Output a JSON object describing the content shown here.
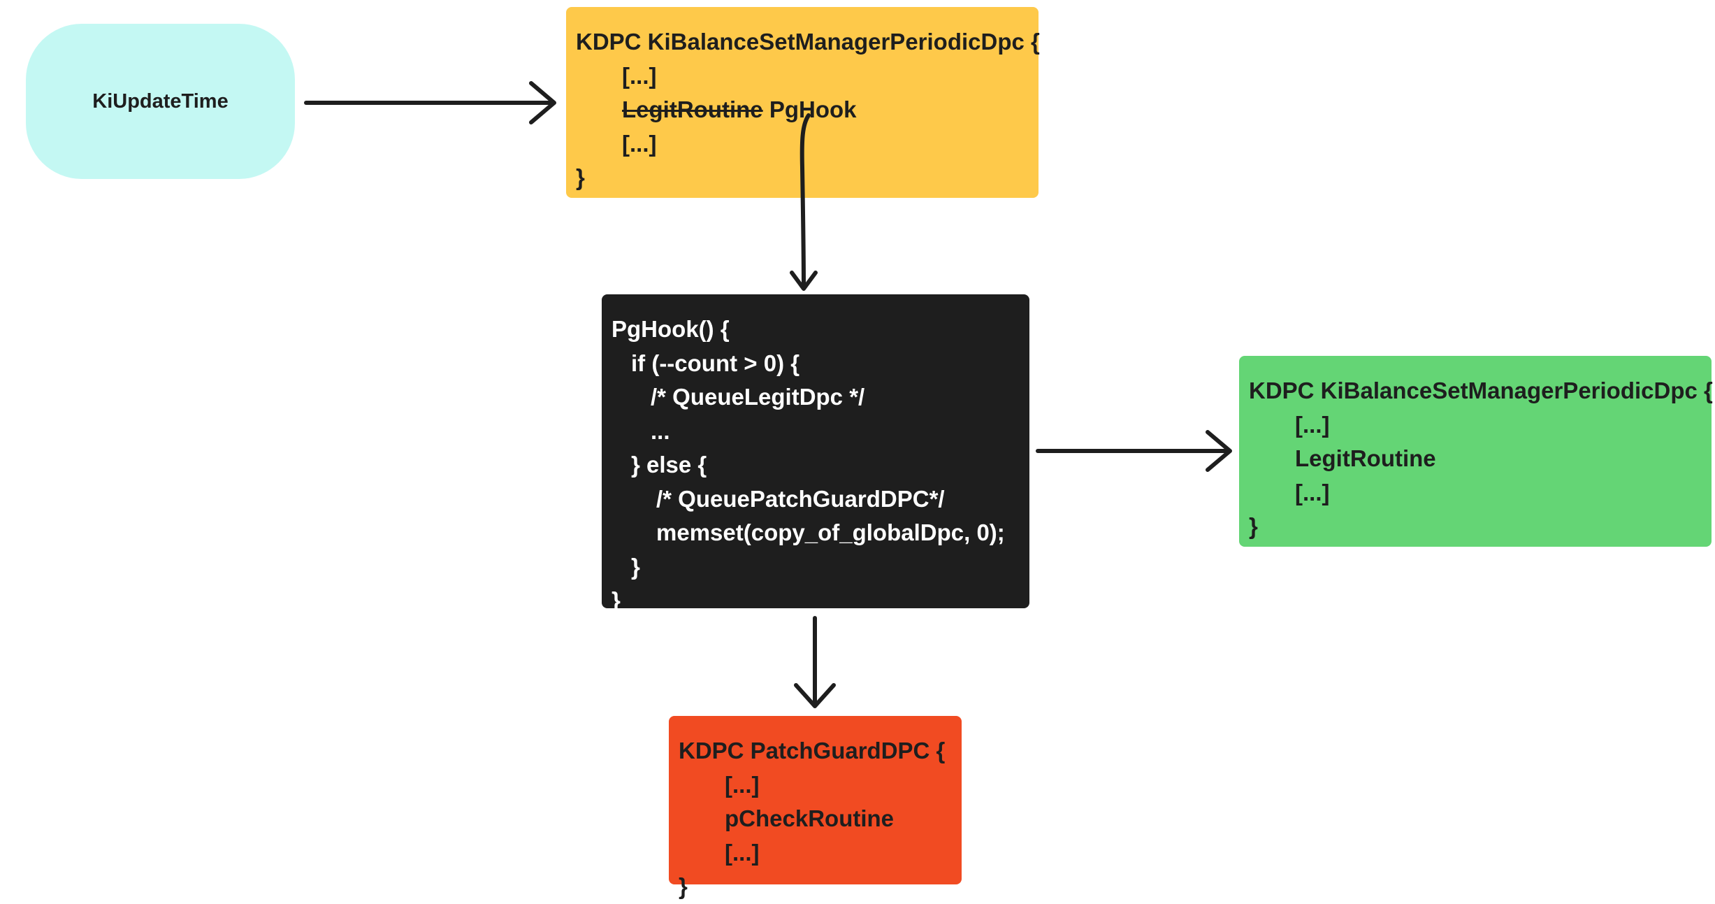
{
  "colors": {
    "start": "#c4f8f3",
    "hooked": "#fec94a",
    "pghook": "#1e1e1e",
    "legit": "#64d575",
    "patchguard": "#f14b22",
    "arrow": "#1e1e1e",
    "dark_text": "#1e1e1e",
    "light_text": "#ffffff"
  },
  "start_node": {
    "label": "KiUpdateTime"
  },
  "dpc_hooked": {
    "header": "KDPC KiBalanceSetManagerPeriodicDpc {",
    "ellipsis_1": "[...]",
    "struck_routine": "LegitRoutine",
    "hook_routine": "PgHook",
    "ellipsis_2": "[...]",
    "close": "}"
  },
  "pghook": {
    "lines": [
      "PgHook() {",
      "if (--count > 0) {",
      "/* QueueLegitDpc */",
      "...",
      "} else {",
      "/* QueuePatchGuardDPC*/",
      "memset(copy_of_globalDpc, 0);",
      "}",
      "}"
    ]
  },
  "dpc_legit": {
    "header": "KDPC KiBalanceSetManagerPeriodicDpc {",
    "ellipsis_1": "[...]",
    "routine": "LegitRoutine",
    "ellipsis_2": "[...]",
    "close": "}"
  },
  "dpc_patchguard": {
    "header": "KDPC PatchGuardDPC {",
    "ellipsis_1": "[...]",
    "routine": "pCheckRoutine",
    "ellipsis_2": "[...]",
    "close": "}"
  }
}
